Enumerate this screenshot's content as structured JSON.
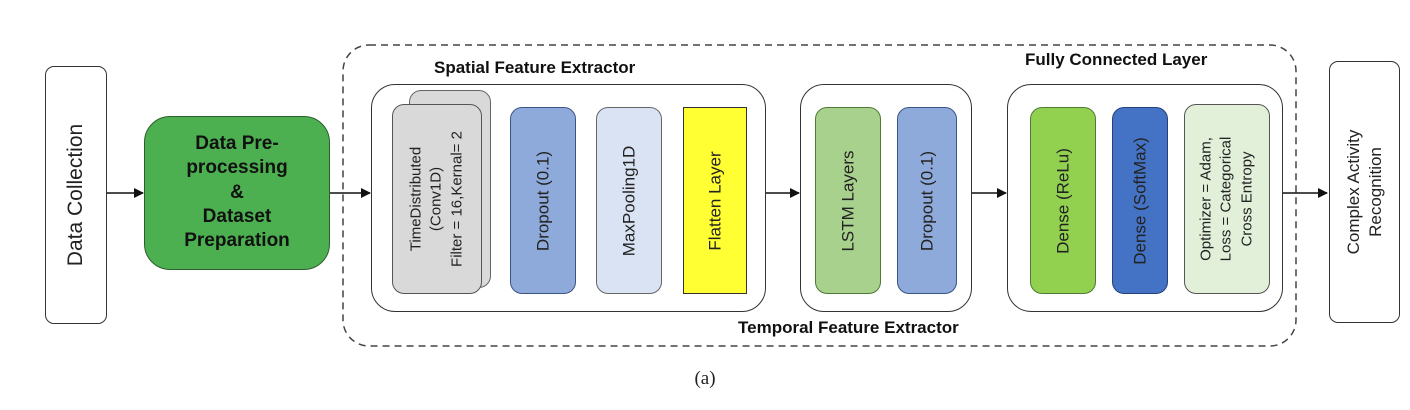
{
  "blocks": {
    "data_collection": "Data Collection",
    "preprocessing": [
      "Data Pre-",
      "processing",
      "&",
      "Dataset",
      "Preparation"
    ],
    "time_distributed": [
      "TimeDistributed",
      "(Conv1D)",
      "Filter = 16,Kernal= 2"
    ],
    "dropout_1": "Dropout (0.1)",
    "maxpooling": "MaxPooling1D",
    "flatten": "Flatten Layer",
    "lstm": "LSTM Layers",
    "dropout_2": "Dropout (0.1)",
    "dense_relu": "Dense (ReLu)",
    "dense_softmax": "Dense (SoftMax)",
    "optimizer": [
      "Optimizer = Adam,",
      "Loss = Categorical",
      "Cross Entropy"
    ],
    "output": [
      "Complex Activity",
      "Recognition"
    ]
  },
  "groups": {
    "spatial": "Spatial Feature Extractor",
    "fully_connected": "Fully Connected Layer",
    "temporal": "Temporal Feature Extractor"
  },
  "caption": "(a)",
  "colors": {
    "preprocessing": "#4caf50",
    "time_distributed": "#d9d9d9",
    "dropout": "#8eaadb",
    "maxpooling": "#dae3f3",
    "flatten": "#ffff33",
    "lstm": "#a9d18e",
    "dense_relu": "#92d050",
    "dense_softmax": "#4472c4",
    "optimizer": "#e2f0d9"
  }
}
